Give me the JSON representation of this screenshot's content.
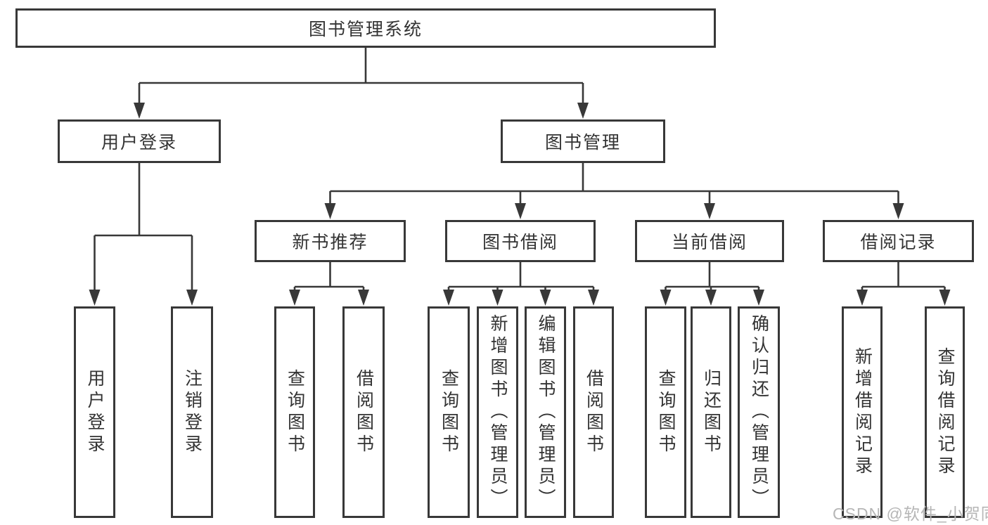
{
  "diagram_title": "图书管理系统",
  "watermark": "CSDN @软件_小贺同学",
  "colors": {
    "line": "#383838",
    "text": "#333333",
    "watermark": "#b6b6b6",
    "bg": "#ffffff"
  },
  "tree": {
    "label": "图书管理系统",
    "children": [
      {
        "label": "用户登录",
        "children": [
          {
            "label": "用户登录"
          },
          {
            "label": "注销登录"
          }
        ]
      },
      {
        "label": "图书管理",
        "children": [
          {
            "label": "新书推荐",
            "children": [
              {
                "label": "查询图书"
              },
              {
                "label": "借阅图书"
              }
            ]
          },
          {
            "label": "图书借阅",
            "children": [
              {
                "label": "查询图书"
              },
              {
                "label": "新增图书（管理员）"
              },
              {
                "label": "编辑图书（管理员）"
              },
              {
                "label": "借阅图书"
              }
            ]
          },
          {
            "label": "当前借阅",
            "children": [
              {
                "label": "查询图书"
              },
              {
                "label": "归还图书"
              },
              {
                "label": "确认归还（管理员）"
              }
            ]
          },
          {
            "label": "借阅记录",
            "children": [
              {
                "label": "新增借阅记录"
              },
              {
                "label": "查询借阅记录"
              }
            ]
          }
        ]
      }
    ]
  }
}
